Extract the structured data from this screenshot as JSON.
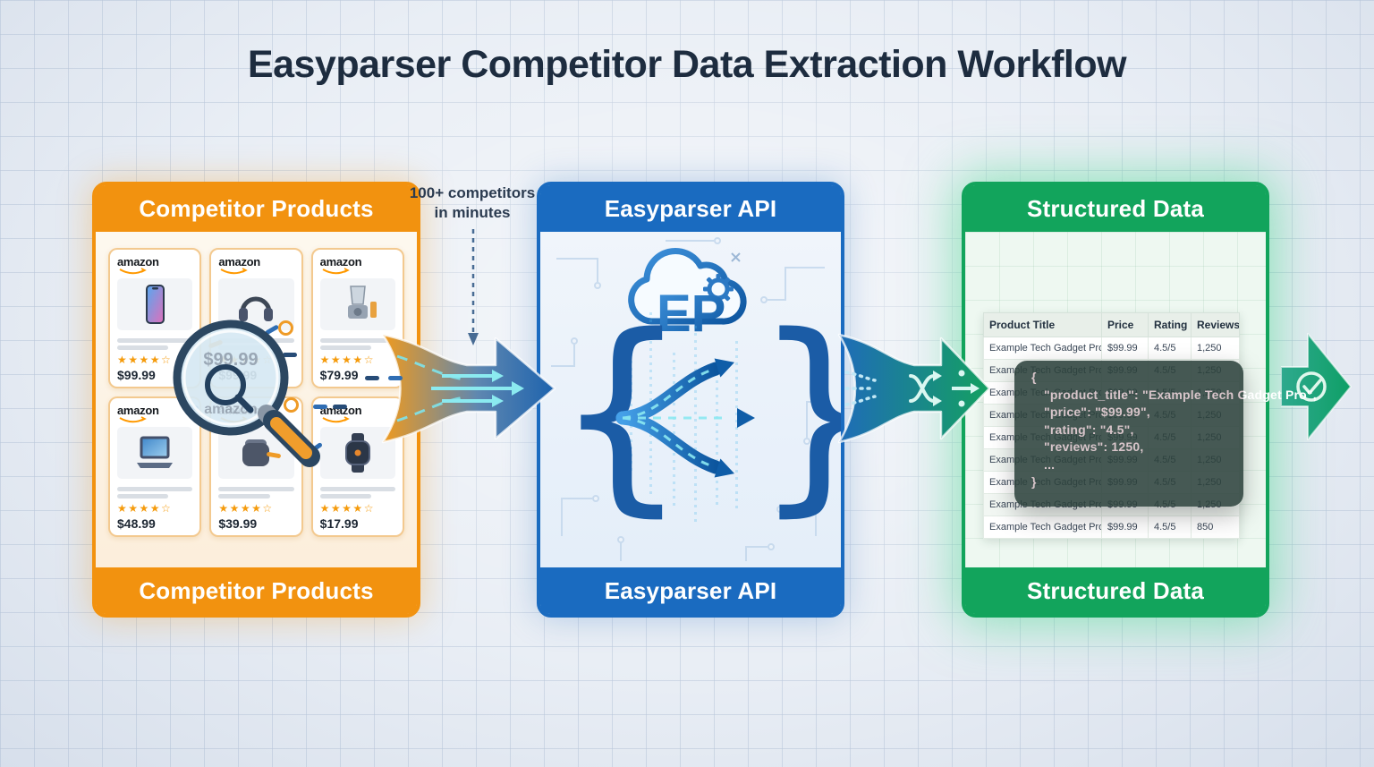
{
  "title": "Easyparser Competitor Data Extraction Workflow",
  "annotation": "100+ competitors in minutes",
  "panels": {
    "source": {
      "header": "Competitor Products",
      "footer": "Competitor Products",
      "accent": "#F2920F"
    },
    "api": {
      "header": "Easyparser API",
      "footer": "Easyparser API",
      "accent": "#1A6BC0",
      "logo_text": "EP",
      "brace_left": "{",
      "brace_right": "}"
    },
    "output": {
      "header": "Structured Data",
      "footer": "Structured Data",
      "accent": "#12A45C"
    }
  },
  "products": [
    {
      "store": "amazon",
      "icon": "smartphone-icon",
      "rating_stars": "★★★★☆",
      "price": "$99.99"
    },
    {
      "store": "amazon",
      "icon": "headphones-icon",
      "rating_stars": "★★★★☆",
      "price": "$99.99"
    },
    {
      "store": "amazon",
      "icon": "blender-icon",
      "rating_stars": "★★★★☆",
      "price": "$79.99"
    },
    {
      "store": "amazon",
      "icon": "laptop-icon",
      "rating_stars": "★★★★☆",
      "price": "$48.99"
    },
    {
      "store": "amazon",
      "icon": "speaker-icon",
      "rating_stars": "★★★★☆",
      "price": "$39.99"
    },
    {
      "store": "amazon",
      "icon": "smartwatch-icon",
      "rating_stars": "★★★★☆",
      "price": "$17.99"
    }
  ],
  "magnifier": {
    "price_text": "$99.99",
    "store_text": "amazon"
  },
  "table": {
    "headers": [
      "Product Title",
      "Price",
      "Rating",
      "Reviews"
    ],
    "rows": [
      [
        "Example Tech Gadget Pro",
        "$99.99",
        "4.5/5",
        "1,250"
      ],
      [
        "Example Tech Gadget Pro",
        "$99.99",
        "4.5/5",
        "1,250"
      ],
      [
        "Example Tech Gadget Pro",
        "$99.99",
        "4.5/5",
        "1,250"
      ],
      [
        "Example Tech Gadget Pro",
        "$99.99",
        "4.5/5",
        "1,250"
      ],
      [
        "Example Tech Gadget Pro",
        "$99.99",
        "4.5/5",
        "1,250"
      ],
      [
        "Example Tech Gadget Pro",
        "$99.99",
        "4.5/5",
        "1,250"
      ],
      [
        "Example Tech Gadget Pro",
        "$99.99",
        "4.5/5",
        "1,250"
      ],
      [
        "Example Tech Gadget Pro",
        "$99.99",
        "4.5/5",
        "1,250"
      ],
      [
        "Example Tech Gadget Pro",
        "$99.99",
        "4.5/5",
        "850"
      ]
    ]
  },
  "json_snippet": {
    "lines": [
      "{",
      "\"product_title\": \"Example Tech Gadget Pro\",",
      "\"price\": \"$99.99\",",
      "\"rating\": \"4.5\",",
      "\"reviews\": 1250,",
      "...",
      "}"
    ]
  }
}
